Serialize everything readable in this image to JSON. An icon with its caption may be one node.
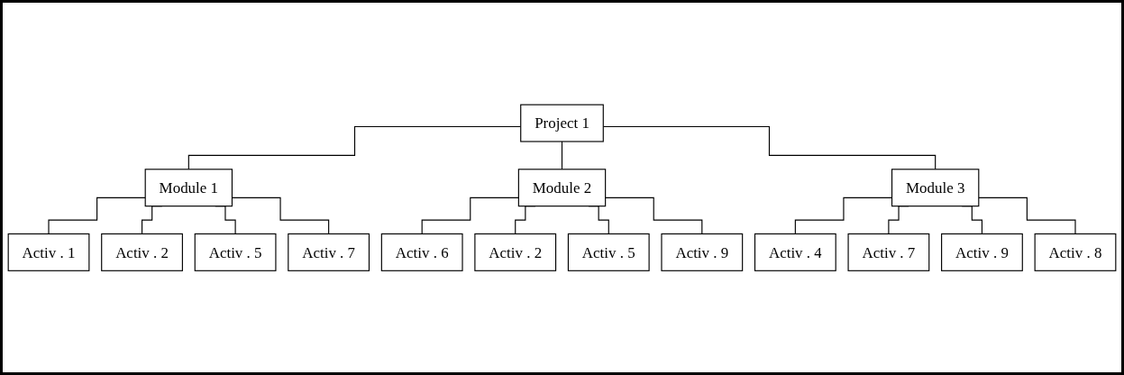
{
  "diagram": {
    "nodes": [
      {
        "text": [
          "Project 1"
        ]
      },
      {
        "text": [
          "Module 1"
        ]
      },
      {
        "text": [
          "Module 2"
        ]
      },
      {
        "text": [
          "Module 3"
        ]
      },
      {
        "text": [
          "Activ . 1"
        ]
      },
      {
        "text": [
          "Activ . 2"
        ]
      },
      {
        "text": [
          "Activ . 5"
        ]
      },
      {
        "text": [
          "Activ . 7"
        ]
      },
      {
        "text": [
          "Activ . 6"
        ]
      },
      {
        "text": [
          "Activ . 2"
        ]
      },
      {
        "text": [
          "Activ . 5"
        ]
      },
      {
        "text": [
          "Activ . 9"
        ]
      },
      {
        "text": [
          "Activ . 4"
        ]
      },
      {
        "text": [
          "Activ . 7"
        ]
      },
      {
        "text": [
          "Activ . 9"
        ]
      },
      {
        "text": [
          "Activ . 8"
        ]
      }
    ],
    "edges": [
      {
        "from": 0,
        "to": 1,
        "arrow": "none"
      },
      {
        "from": 0,
        "to": 2,
        "arrow": "none"
      },
      {
        "from": 0,
        "to": 3,
        "arrow": "none"
      },
      {
        "from": 1,
        "to": 4,
        "arrow": "none"
      },
      {
        "from": 1,
        "to": 5,
        "arrow": "none"
      },
      {
        "from": 1,
        "to": 6,
        "arrow": "none"
      },
      {
        "from": 1,
        "to": 7,
        "arrow": "none"
      },
      {
        "from": 2,
        "to": 8,
        "arrow": "none"
      },
      {
        "from": 2,
        "to": 9,
        "arrow": "none"
      },
      {
        "from": 2,
        "to": 10,
        "arrow": "none"
      },
      {
        "from": 2,
        "to": 11,
        "arrow": "none"
      },
      {
        "from": 3,
        "to": 12,
        "arrow": "none"
      },
      {
        "from": 3,
        "to": 13,
        "arrow": "none"
      },
      {
        "from": 3,
        "to": 14,
        "arrow": "none"
      },
      {
        "from": 3,
        "to": 15,
        "arrow": "none"
      }
    ]
  }
}
